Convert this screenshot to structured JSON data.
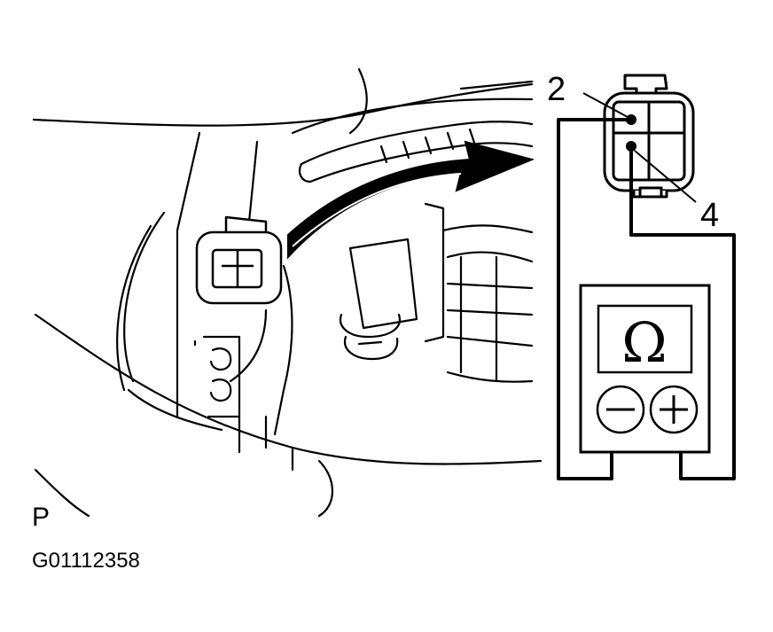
{
  "callouts": {
    "terminal_a": "2",
    "terminal_b": "4"
  },
  "meter": {
    "display_symbol": "Ω",
    "negative_symbol": "−",
    "positive_symbol": "+"
  },
  "corner_letter": "P",
  "figure_id": "G01112358",
  "icons": [
    "engine-bay-illustration",
    "sensor-connector-icon",
    "arrow-icon",
    "ohmmeter-icon",
    "test-lead-wire"
  ],
  "colors": {
    "line": "#000000",
    "background": "#ffffff"
  }
}
